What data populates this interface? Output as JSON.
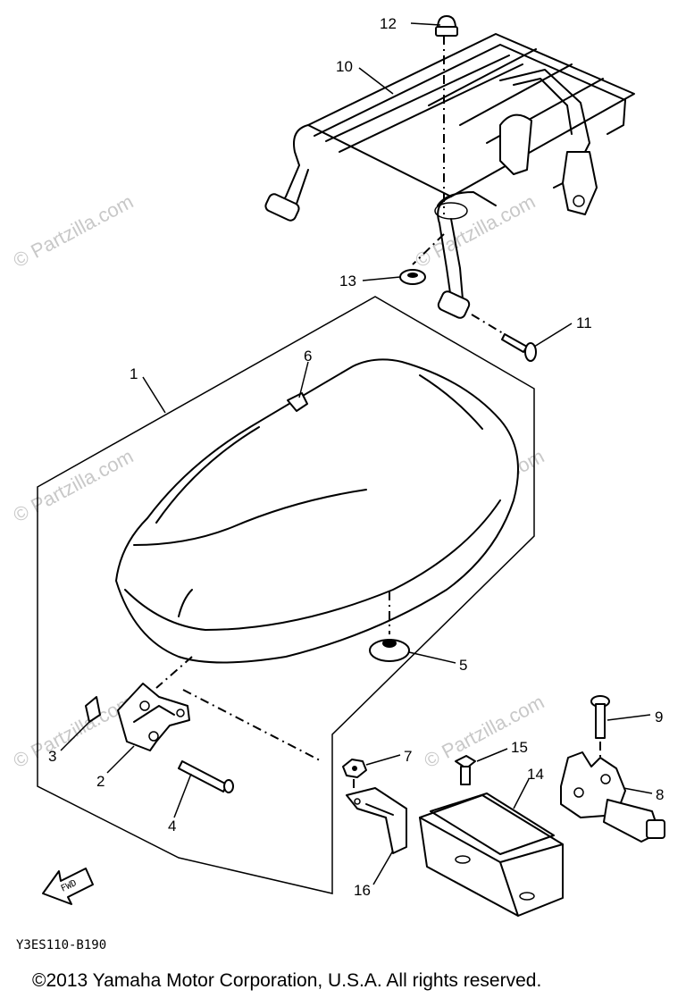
{
  "watermark": "© Partzilla.com",
  "diagram_code": "Y3ES110-B190",
  "copyright": "©2013 Yamaha Motor Corporation, U.S.A. All rights reserved.",
  "fwd_label": "FWD",
  "callouts": {
    "c1": "1",
    "c2": "2",
    "c3": "3",
    "c4": "4",
    "c5": "5",
    "c6": "6",
    "c7": "7",
    "c8": "8",
    "c9": "9",
    "c10": "10",
    "c11": "11",
    "c12": "12",
    "c13": "13",
    "c14": "14",
    "c15": "15",
    "c16": "16"
  }
}
